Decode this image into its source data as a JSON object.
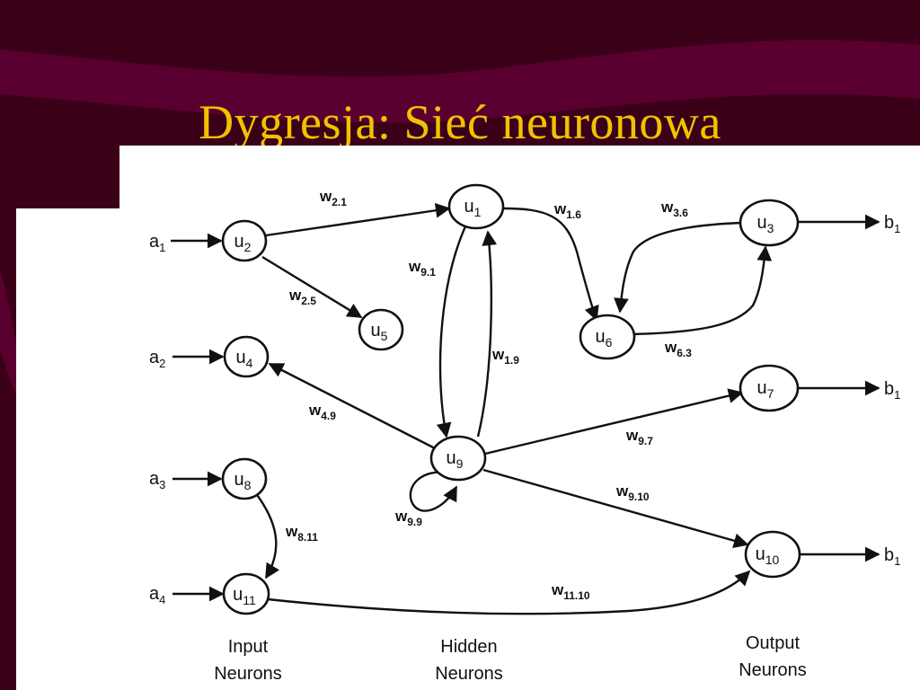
{
  "slide": {
    "title": "Dygresja: Sieć neuronowa"
  },
  "colors": {
    "background": "#3a0018",
    "band": "#5a0030",
    "title": "#f2c200",
    "panel": "#ffffff",
    "ink": "#111111"
  },
  "neurons": [
    {
      "id": "u2",
      "main": "u",
      "sub": "2"
    },
    {
      "id": "u4",
      "main": "u",
      "sub": "4"
    },
    {
      "id": "u8",
      "main": "u",
      "sub": "8"
    },
    {
      "id": "u11",
      "main": "u",
      "sub": "11"
    },
    {
      "id": "u5",
      "main": "u",
      "sub": "5"
    },
    {
      "id": "u1",
      "main": "u",
      "sub": "1"
    },
    {
      "id": "u9",
      "main": "u",
      "sub": "9"
    },
    {
      "id": "u6",
      "main": "u",
      "sub": "6"
    },
    {
      "id": "u3",
      "main": "u",
      "sub": "3"
    },
    {
      "id": "u7",
      "main": "u",
      "sub": "7"
    },
    {
      "id": "u10",
      "main": "u",
      "sub": "10"
    }
  ],
  "inputs": [
    {
      "id": "a1",
      "main": "a",
      "sub": "1"
    },
    {
      "id": "a2",
      "main": "a",
      "sub": "2"
    },
    {
      "id": "a3",
      "main": "a",
      "sub": "3"
    },
    {
      "id": "a4",
      "main": "a",
      "sub": "4"
    }
  ],
  "outputs": [
    {
      "id": "b1-top",
      "main": "b",
      "sub": "1"
    },
    {
      "id": "b1-mid",
      "main": "b",
      "sub": "1"
    },
    {
      "id": "b1-bot",
      "main": "b",
      "sub": "1"
    }
  ],
  "weights": [
    {
      "id": "w21",
      "main": "w",
      "sub": "2.1"
    },
    {
      "id": "w25",
      "main": "w",
      "sub": "2.5"
    },
    {
      "id": "w91",
      "main": "w",
      "sub": "9.1"
    },
    {
      "id": "w19",
      "main": "w",
      "sub": "1.9"
    },
    {
      "id": "w16",
      "main": "w",
      "sub": "1.6"
    },
    {
      "id": "w36",
      "main": "w",
      "sub": "3.6"
    },
    {
      "id": "w63",
      "main": "w",
      "sub": "6.3"
    },
    {
      "id": "w49",
      "main": "w",
      "sub": "4.9"
    },
    {
      "id": "w97",
      "main": "w",
      "sub": "9.7"
    },
    {
      "id": "w910",
      "main": "w",
      "sub": "9.10"
    },
    {
      "id": "w99",
      "main": "w",
      "sub": "9.9"
    },
    {
      "id": "w811",
      "main": "w",
      "sub": "8.11"
    },
    {
      "id": "w1110",
      "main": "w",
      "sub": "11.10"
    }
  ],
  "captions": {
    "input": [
      "Input",
      "Neurons"
    ],
    "hidden": [
      "Hidden",
      "Neurons"
    ],
    "output": [
      "Output",
      "Neurons"
    ]
  }
}
